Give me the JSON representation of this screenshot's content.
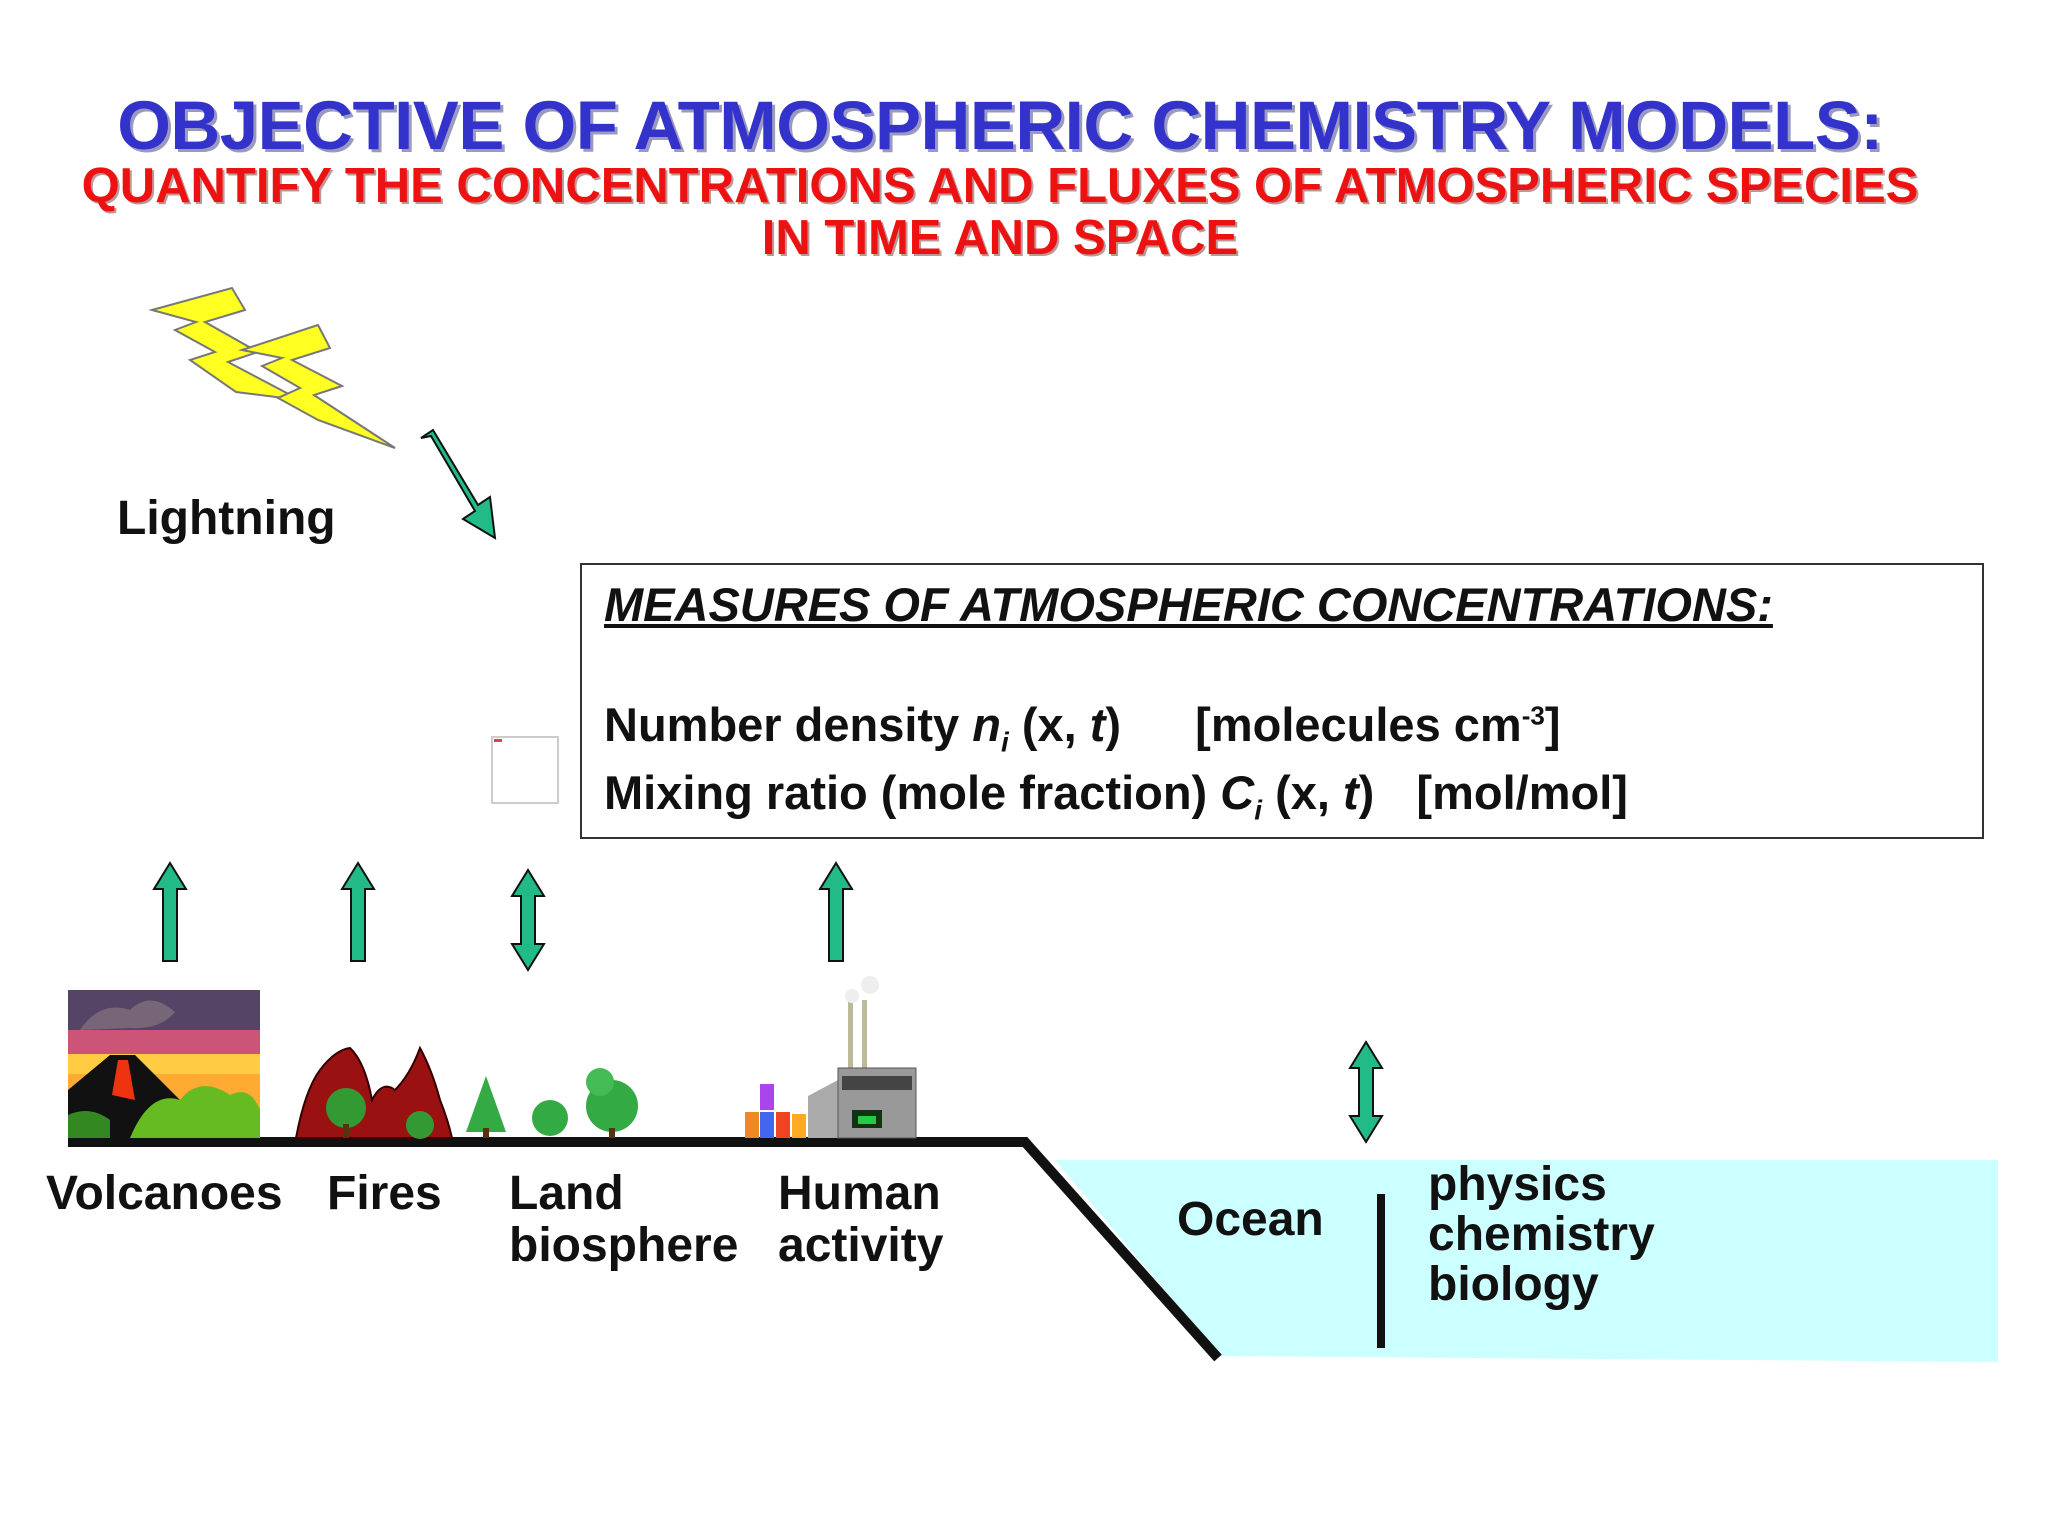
{
  "header": {
    "title": "OBJECTIVE OF ATMOSPHERIC CHEMISTRY MODELS:",
    "subtitle_line1": "QUANTIFY THE CONCENTRATIONS AND FLUXES OF ATMOSPHERIC SPECIES",
    "subtitle_line2": "IN TIME AND SPACE"
  },
  "labels": {
    "lightning": "Lightning",
    "volcanoes": "Volcanoes",
    "fires": "Fires",
    "land_line1": "Land",
    "land_line2": "biosphere",
    "human_line1": "Human",
    "human_line2": "activity",
    "ocean": "Ocean",
    "ocean_processes": [
      "physics",
      "chemistry",
      "biology"
    ]
  },
  "measures_box": {
    "heading": "MEASURES OF ATMOSPHERIC CONCENTRATIONS:",
    "number_density": {
      "name": "Number density",
      "symbol": "n",
      "subscript": "i",
      "args_open": "(x,",
      "t": "t",
      "args_close": ")",
      "unit_prefix": "[molecules cm",
      "unit_exponent": "-3",
      "unit_suffix": "]"
    },
    "mixing_ratio": {
      "name": "Mixing ratio (mole fraction)",
      "symbol": "C",
      "subscript": "i",
      "args_open": "(x,",
      "t": "t",
      "args_close": ")",
      "unit": "[mol/mol]"
    }
  },
  "colors": {
    "title": "#3333cc",
    "subtitle": "#ee1111",
    "arrow_fill": "#22bb88",
    "lightning_fill": "#ffff22",
    "ocean_fill": "#ccffff",
    "ground_line": "#111111"
  },
  "icons": [
    "lightning-bolt-icon",
    "volcano-icon",
    "fire-icon",
    "tree-icon",
    "factory-icon"
  ]
}
